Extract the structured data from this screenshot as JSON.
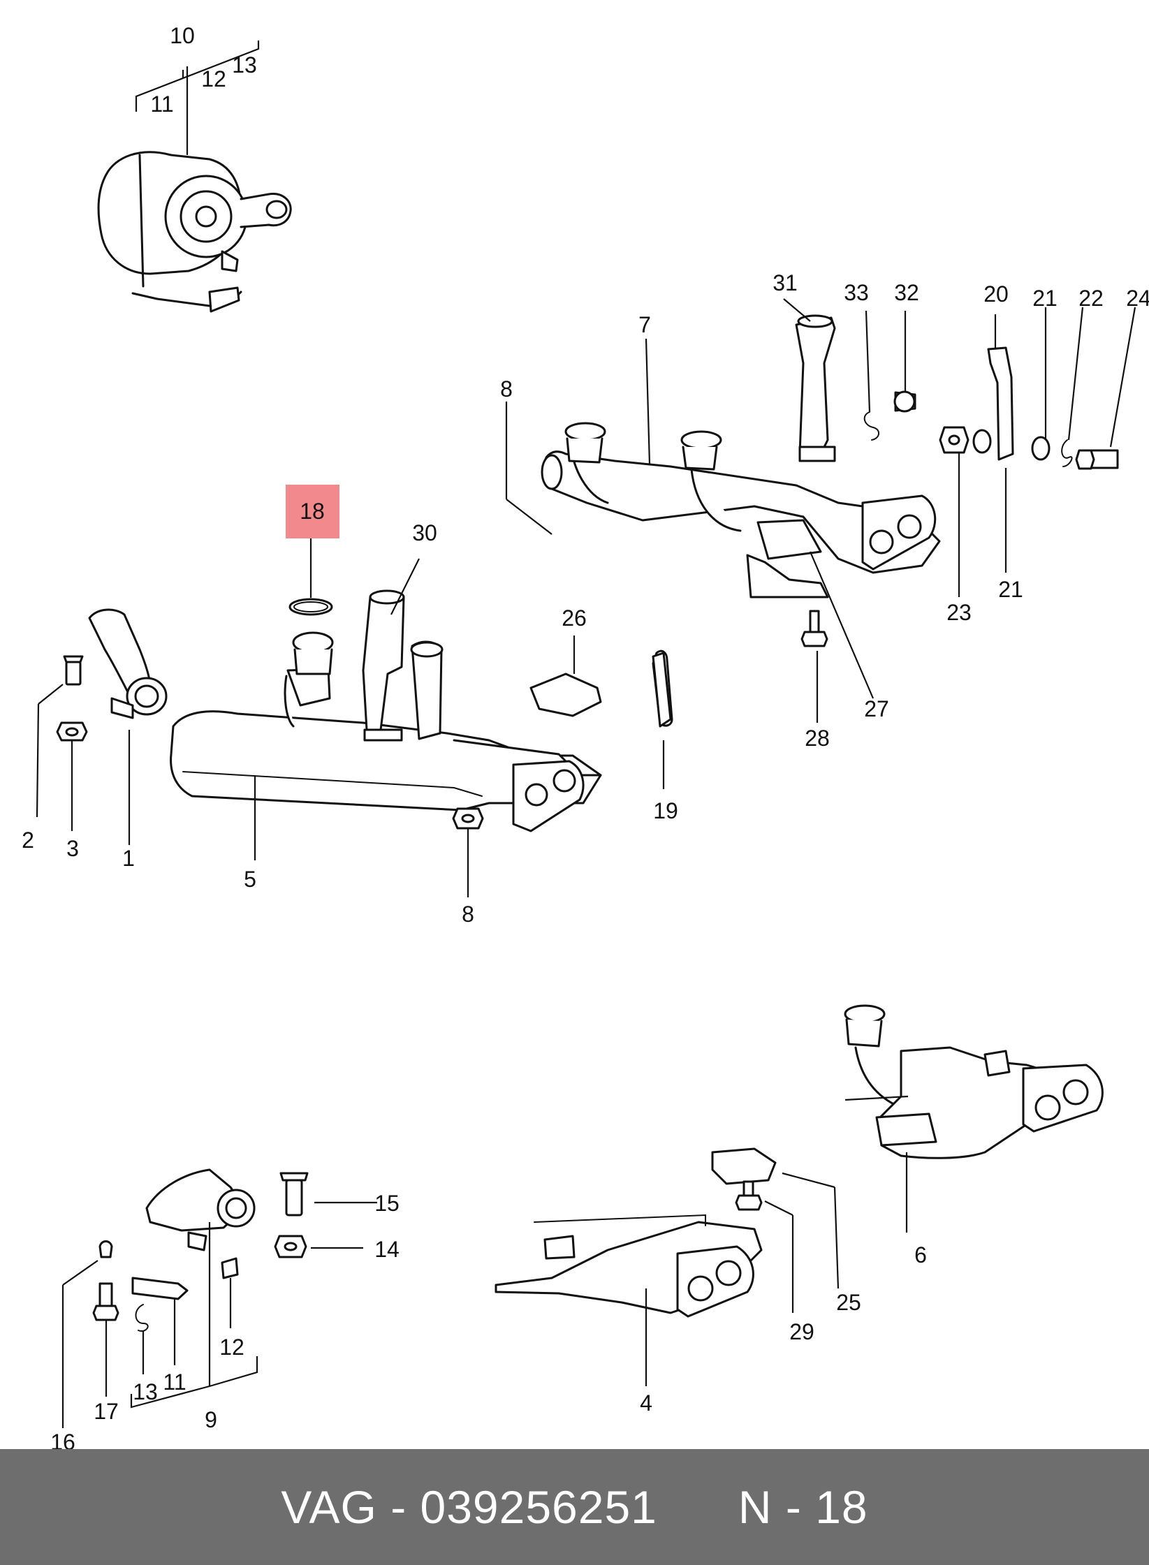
{
  "highlight": {
    "label": "18",
    "color": "#f2898c"
  },
  "callouts": {
    "c1": "1",
    "c2": "2",
    "c3": "3",
    "c4": "4",
    "c5": "5",
    "c6": "6",
    "c7": "7",
    "c8a": "8",
    "c8b": "8",
    "c9": "9",
    "c10": "10",
    "c11a": "11",
    "c11b": "11",
    "c12a": "12",
    "c12b": "12",
    "c13a": "13",
    "c13b": "13",
    "c14": "14",
    "c15": "15",
    "c16": "16",
    "c17": "17",
    "c19": "19",
    "c20": "20",
    "c21a": "21",
    "c21b": "21",
    "c22": "22",
    "c23": "23",
    "c24": "24",
    "c25": "25",
    "c26": "26",
    "c27": "27",
    "c28": "28",
    "c29": "29",
    "c30": "30",
    "c31": "31",
    "c32": "32",
    "c33": "33"
  },
  "footer": {
    "brand": "VAG",
    "separator": "-",
    "part_number": "039256251",
    "position": "N - 18",
    "background": "#6e6e6e",
    "text_color": "#ffffff"
  }
}
